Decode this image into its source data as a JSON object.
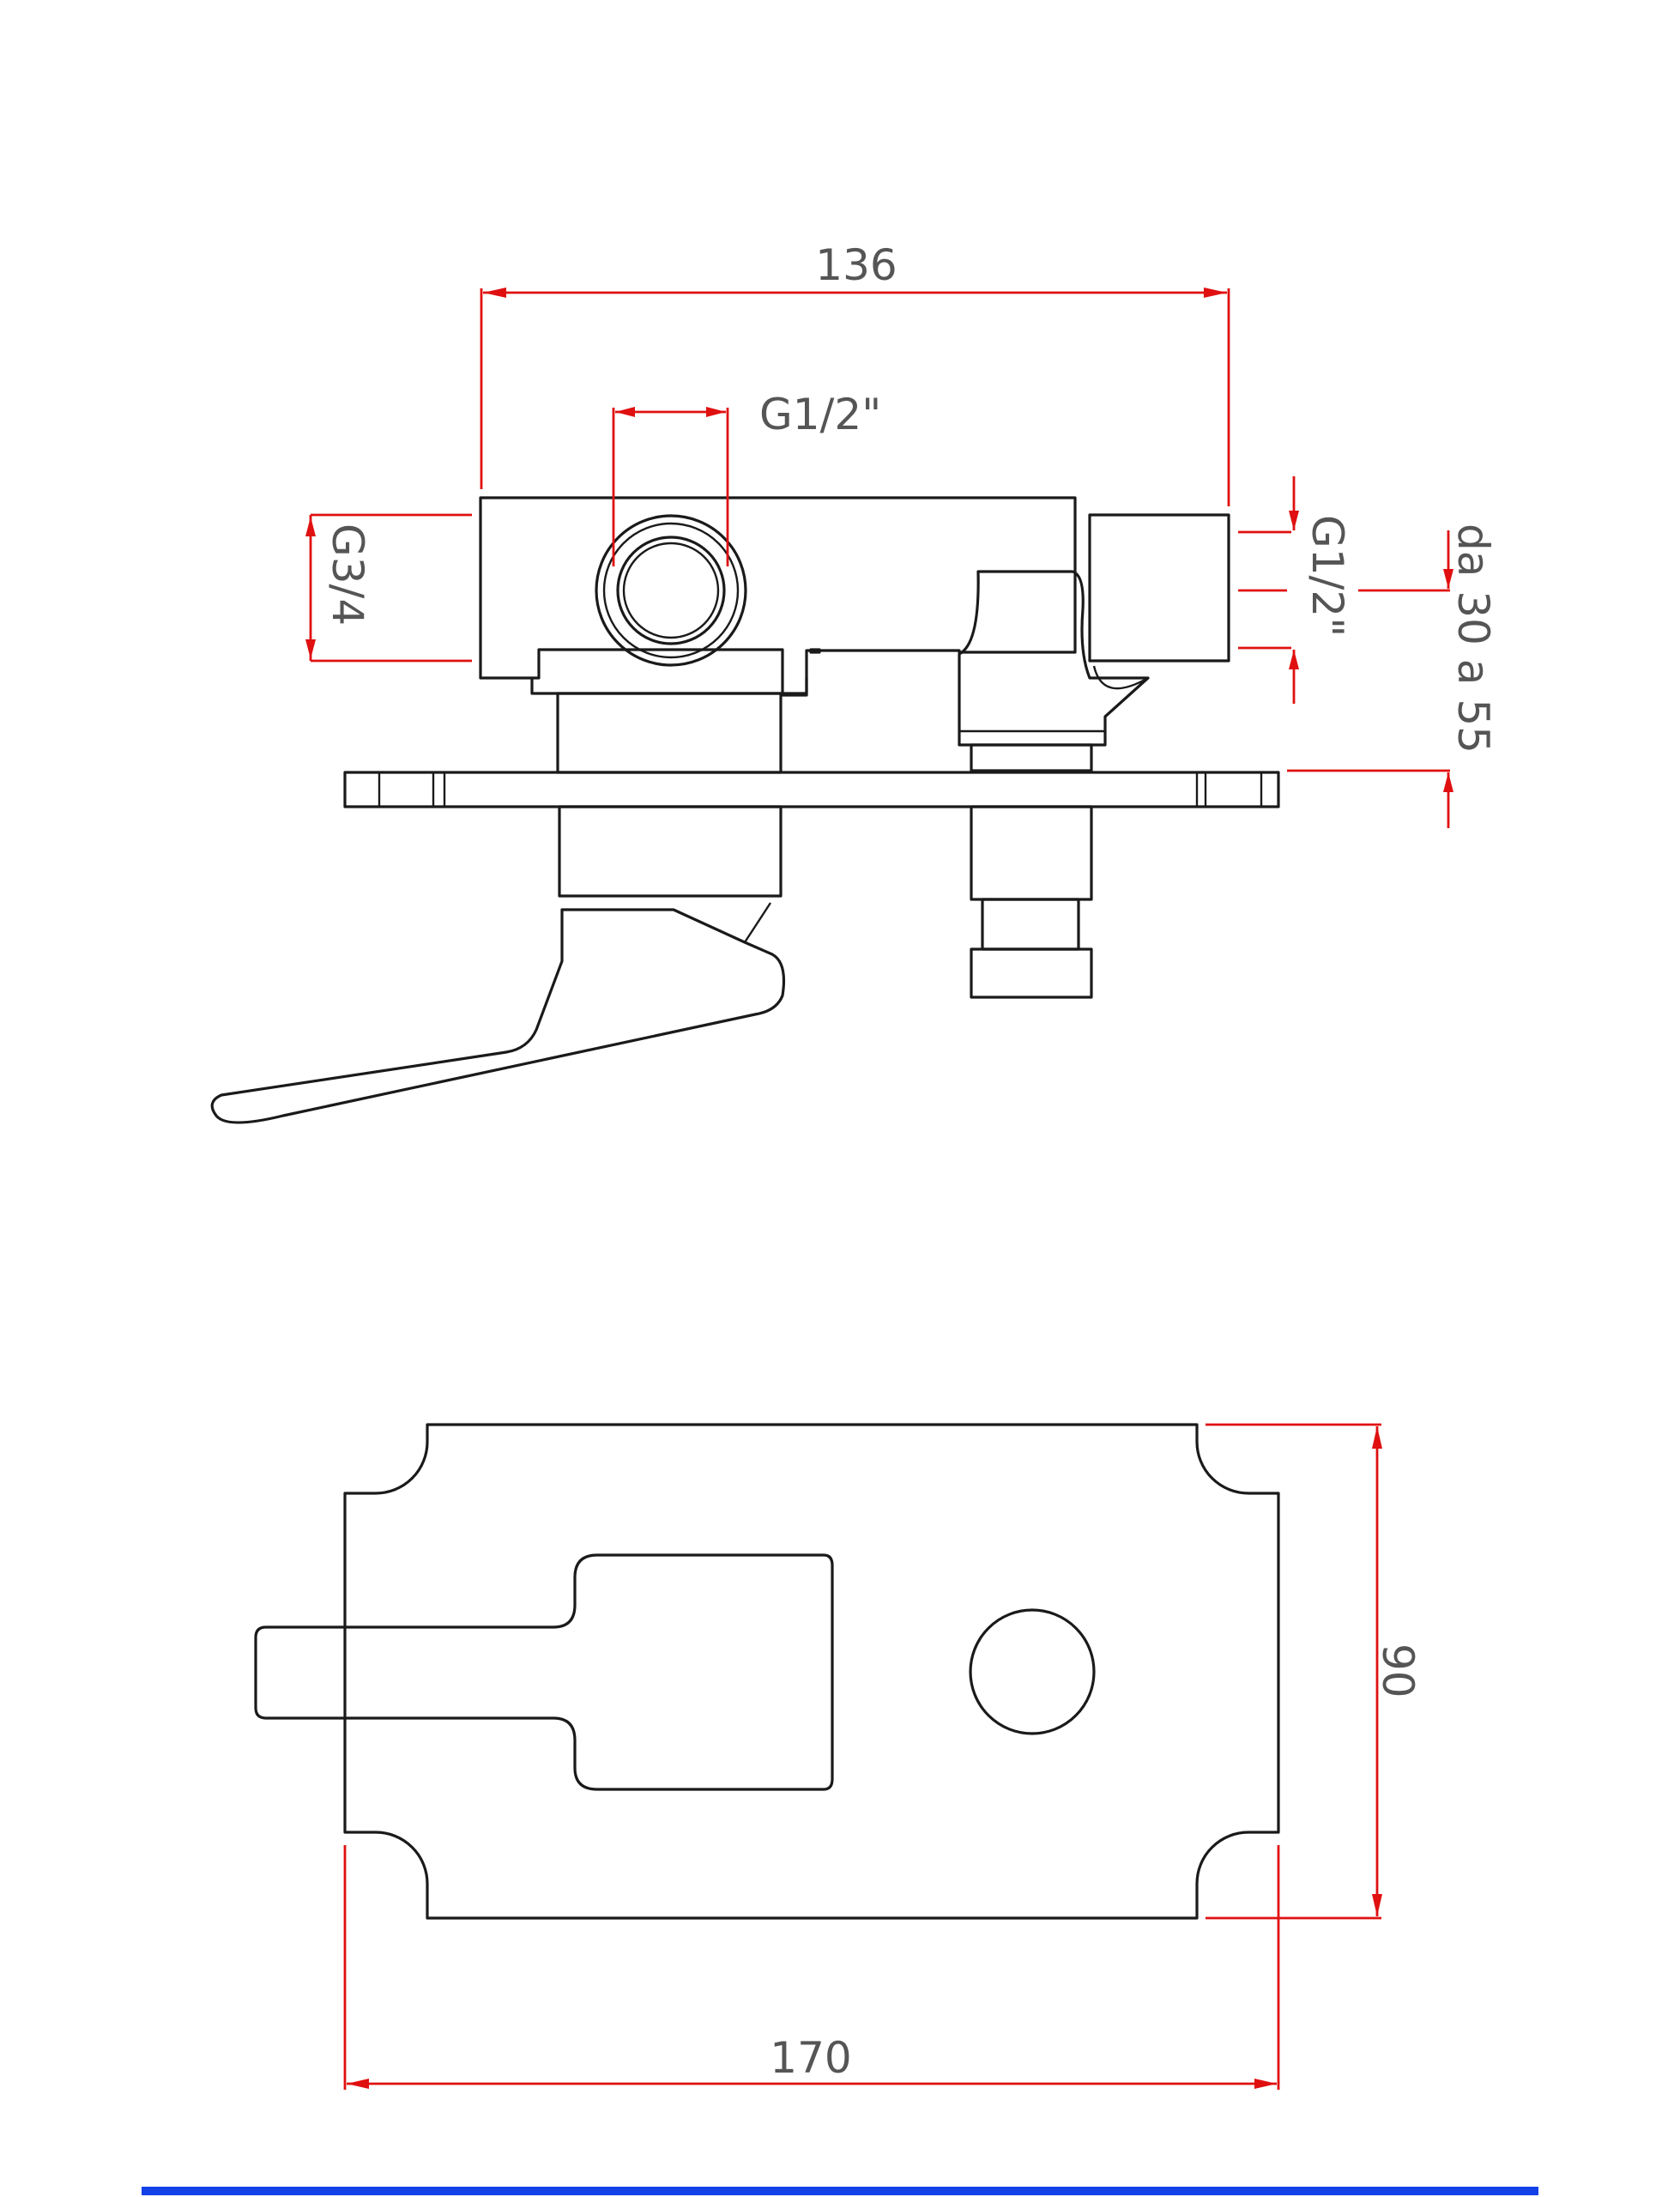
{
  "colors": {
    "outline": "#1a1a1a",
    "dimension": "#e01010",
    "label": "#555555",
    "footer_rule": "#1241e8"
  },
  "side_view": {
    "width_label": "136",
    "hot_inlet_label": "G1/2\"",
    "outlet_left_label": "G3/4",
    "outlet_right_label": "G1/2\"",
    "depth_label": "da  30  a  55"
  },
  "front_view": {
    "height_label": "90",
    "width_label": "170"
  }
}
